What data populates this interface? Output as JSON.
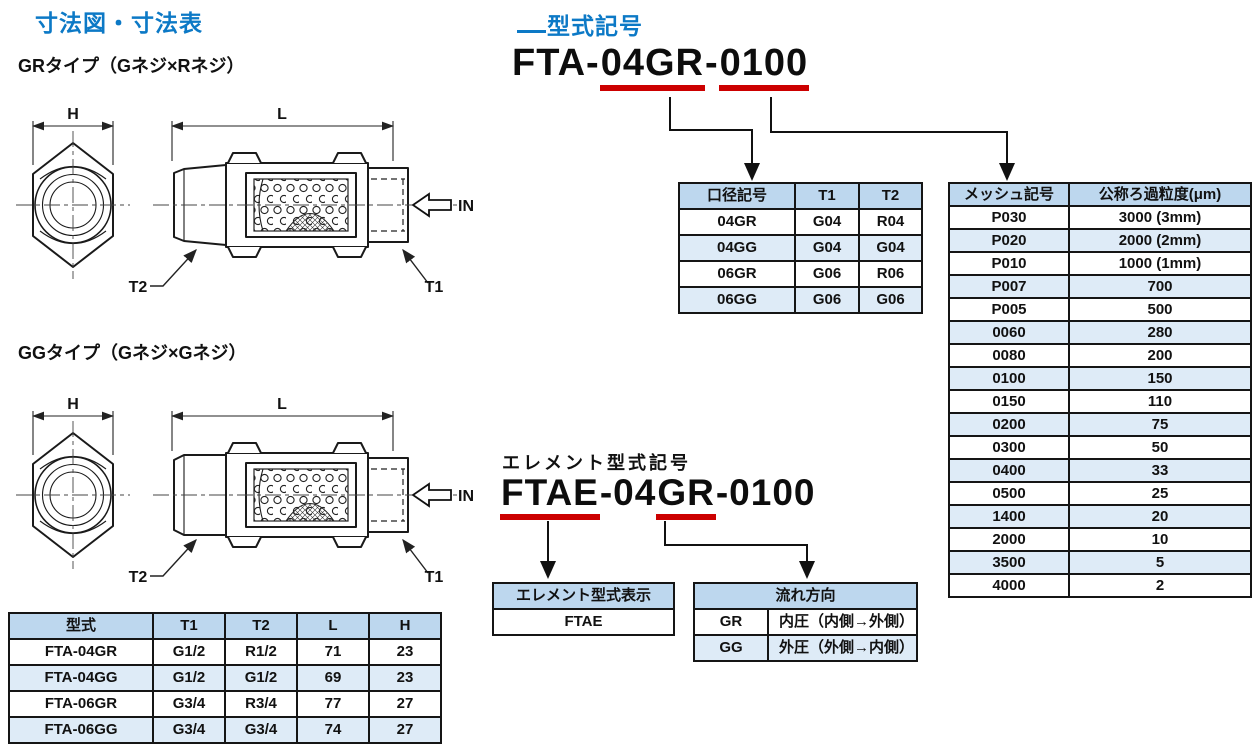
{
  "headings": {
    "left_title": "寸法図・寸法表",
    "right_title": "型式記号",
    "gr_label": "GRタイプ（Gネジ×Rネジ）",
    "gg_label": "GGタイプ（Gネジ×Gネジ）",
    "element_heading": "エレメント型式記号"
  },
  "model_code": {
    "full": "FTA-04GR-0100",
    "prefix": "FTA-",
    "bore": "04GR",
    "sep": "-",
    "mesh": "0100"
  },
  "element_code": {
    "full": "FTAE-04GR-0100",
    "p1": "FTAE",
    "p2": "-04",
    "p3": "GR",
    "p4": "-0100"
  },
  "drawing_labels": {
    "h": "H",
    "l": "L",
    "t1": "T1",
    "t2": "T2",
    "in": "IN"
  },
  "tables": {
    "dimensions": {
      "headers": [
        "型式",
        "T1",
        "T2",
        "L",
        "H"
      ],
      "rows": [
        [
          "FTA-04GR",
          "G1/2",
          "R1/2",
          "71",
          "23"
        ],
        [
          "FTA-04GG",
          "G1/2",
          "G1/2",
          "69",
          "23"
        ],
        [
          "FTA-06GR",
          "G3/4",
          "R3/4",
          "77",
          "27"
        ],
        [
          "FTA-06GG",
          "G3/4",
          "G3/4",
          "74",
          "27"
        ]
      ]
    },
    "bore": {
      "headers": [
        "口径記号",
        "T1",
        "T2"
      ],
      "rows": [
        [
          "04GR",
          "G04",
          "R04"
        ],
        [
          "04GG",
          "G04",
          "G04"
        ],
        [
          "06GR",
          "G06",
          "R06"
        ],
        [
          "06GG",
          "G06",
          "G06"
        ]
      ]
    },
    "mesh": {
      "headers": [
        "メッシュ記号",
        "公称ろ過粒度(μm)"
      ],
      "rows": [
        [
          "P030",
          "3000 (3mm)"
        ],
        [
          "P020",
          "2000 (2mm)"
        ],
        [
          "P010",
          "1000 (1mm)"
        ],
        [
          "P007",
          "700"
        ],
        [
          "P005",
          "500"
        ],
        [
          "0060",
          "280"
        ],
        [
          "0080",
          "200"
        ],
        [
          "0100",
          "150"
        ],
        [
          "0150",
          "110"
        ],
        [
          "0200",
          "75"
        ],
        [
          "0300",
          "50"
        ],
        [
          "0400",
          "33"
        ],
        [
          "0500",
          "25"
        ],
        [
          "1400",
          "20"
        ],
        [
          "2000",
          "10"
        ],
        [
          "3500",
          "5"
        ],
        [
          "4000",
          "2"
        ]
      ]
    },
    "element_display": {
      "headers": [
        "エレメント型式表示"
      ],
      "rows": [
        [
          "FTAE"
        ]
      ]
    },
    "flow": {
      "headers": [
        "流れ方向"
      ],
      "header_span": 2,
      "rows": [
        [
          "GR",
          "内圧（内側→外側）"
        ],
        [
          "GG",
          "外圧（外側→内側）"
        ]
      ]
    }
  },
  "colors": {
    "accent_blue": "#0C79C6",
    "table_header_bg": "#BDD7EE",
    "table_stripe_bg": "#DEEBF7",
    "underline_red": "#CC0000"
  }
}
